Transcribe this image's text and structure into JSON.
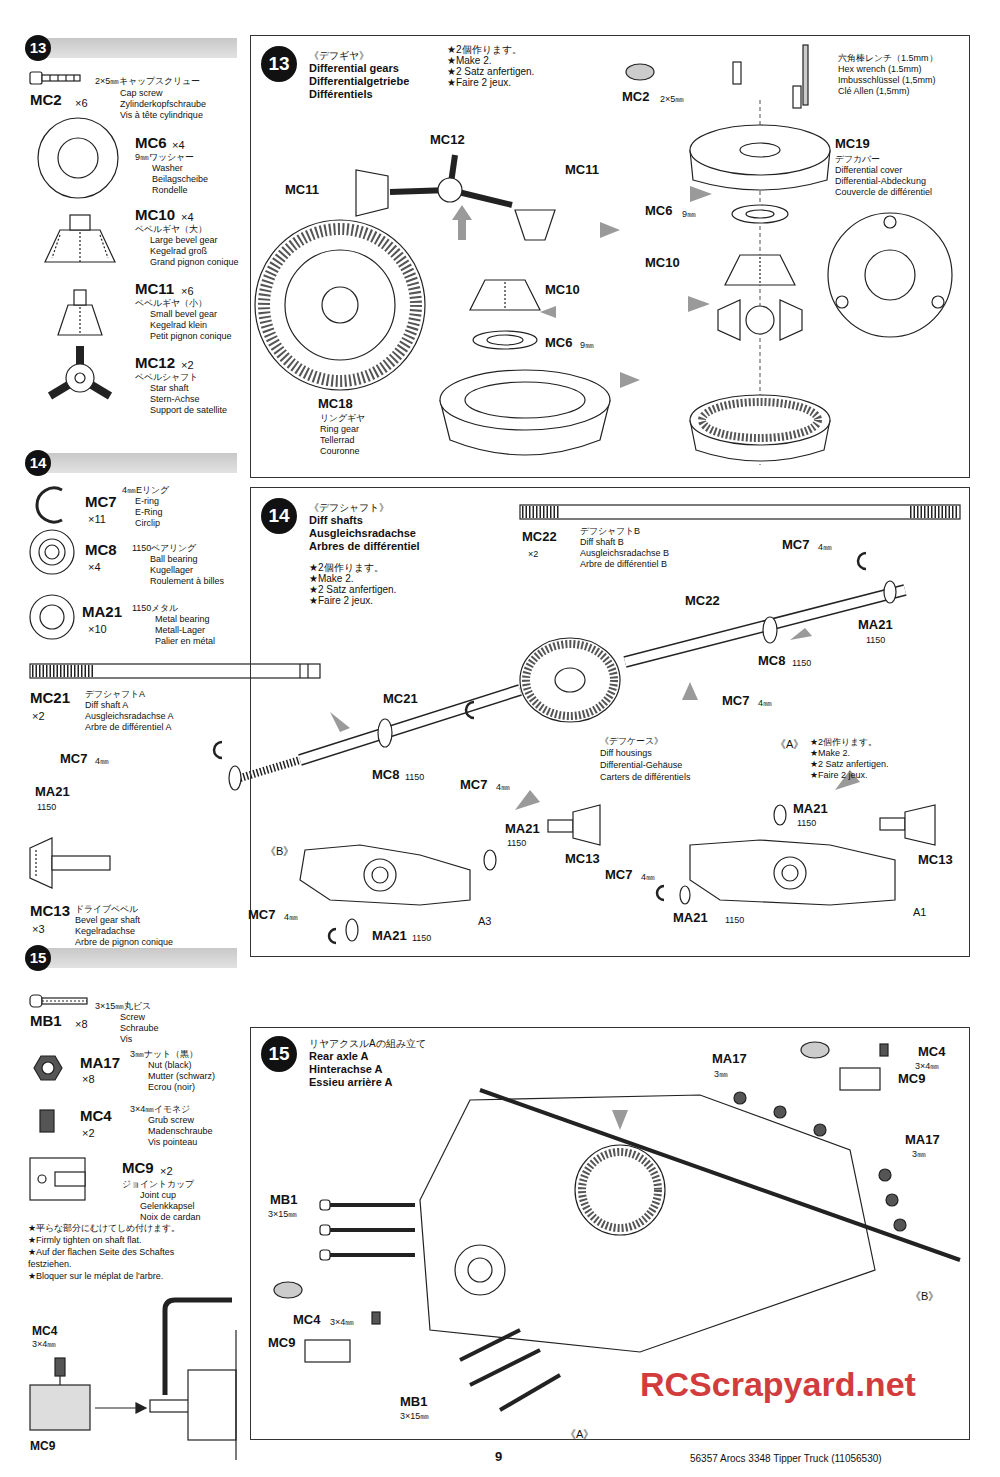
{
  "diagram": {
    "nodes": [
      {
        "text": [
          "13"
        ]
      },
      {
        "text": [
          "14"
        ]
      },
      {
        "text": [
          "15"
        ]
      },
      {
        "text": [
          "《デフギヤ》",
          "Differential gears",
          "Differentialgetriebe",
          "Différentiels",
          "★2個作ります。",
          "★Make 2.",
          "★2 Satz anfertigen.",
          "★Faire 2 jeux."
        ]
      },
      {
        "text": [
          "13"
        ],
        "in": 3
      },
      {
        "text": [
          "《デフシャフト》",
          "Diff shafts",
          "Ausgleichsradachse",
          "Arbres de différentiel",
          "★2個作ります。",
          "★Make 2.",
          "★2 Satz anfertigen.",
          "★Faire 2 jeux."
        ]
      },
      {
        "text": [
          "14"
        ],
        "in": 5
      },
      {
        "text": [
          "リヤアクスルAの組み立て",
          "Rear axle A",
          "Hinterachse A",
          "Essieu arrière A"
        ]
      },
      {
        "text": [
          "15"
        ],
        "in": 7
      }
    ],
    "labels": [
      "MC2",
      "×6",
      "2×5㎜キャップスクリュー",
      "Cap screw",
      "Zylinderkopfschraube",
      "Vis à tête cylindrique",
      "MC6",
      "×4",
      "9㎜ワッシャー",
      "Washer",
      "Beilagscheibe",
      "Rondelle",
      "MC10",
      "×4",
      "ベベルギヤ（大）",
      "Large bevel gear",
      "Kegelrad groß",
      "Grand pignon conique",
      "MC11",
      "×6",
      "ベベルギヤ（小）",
      "Small bevel gear",
      "Kegelrad klein",
      "Petit pignon conique",
      "MC12",
      "×2",
      "ベベルシャフト",
      "Star shaft",
      "Stern-Achse",
      "Support de satellite",
      "MC7",
      "×11",
      "4㎜Eリング",
      "E-ring",
      "E-Ring",
      "Circlip",
      "MC8",
      "×4",
      "1150ベアリング",
      "Ball bearing",
      "Kugellager",
      "Roulement à billes",
      "MA21",
      "×10",
      "1150メタル",
      "Metal bearing",
      "Metall-Lager",
      "Palier en métal",
      "MC21",
      "×2",
      "デフシャフトA",
      "Diff shaft A",
      "Ausgleichsradachse A",
      "Arbre de différentiel A",
      "MC7",
      "4㎜",
      "MA21",
      "1150",
      "MC13",
      "×3",
      "ドライブベベル",
      "Bevel gear shaft",
      "Kegelradachse",
      "Arbre de pignon conique",
      "MB1",
      "×8",
      "3×15㎜丸ビス",
      "Screw",
      "Schraube",
      "Vis",
      "MA17",
      "×8",
      "3㎜ナット（黒）",
      "Nut (black)",
      "Mutter (schwarz)",
      "Ecrou (noir)",
      "MC4",
      "×2",
      "3×4㎜イモネジ",
      "Grub screw",
      "Madenschraube",
      "Vis pointeau",
      "MC9",
      "×2",
      "ジョイントカップ",
      "Joint cup",
      "Gelenkkapsel",
      "Noix de cardan",
      "★平らな部分にむけてしめ付けます。",
      "★Firmly tighten on shaft flat.",
      "★Auf der flachen Seite des Schaftes",
      "festziehen.",
      "★Bloquer sur le méplat de l'arbre.",
      "MC4",
      "3×4㎜",
      "MC9",
      "MC12",
      "MC11",
      "MC11",
      "MC10",
      "MC6",
      "9㎜",
      "MC18",
      "リングギヤ",
      "Ring gear",
      "Tellerrad",
      "Couronne",
      "MC2",
      "2×5㎜",
      "六角棒レンチ（1.5mm）",
      "Hex wrench (1.5mm)",
      "Imbusschlüssel (1,5mm)",
      "Clé Allen (1,5mm)",
      "MC19",
      "デフカバー",
      "Differential cover",
      "Differential-Abdeckung",
      "Couvercle de différentiel",
      "MC6",
      "9㎜",
      "MC10",
      "MC22",
      "×2",
      "デフシャフトB",
      "Diff shaft B",
      "Ausgleichsradachse B",
      "Arbre de différentiel B",
      "MC7",
      "4㎜",
      "MC22",
      "MA21",
      "1150",
      "MC8",
      "1150",
      "MC7",
      "4㎜",
      "MC21",
      "MC8",
      "1150",
      "MC7",
      "4㎜",
      "《デフケース》",
      "Diff housings",
      "Differential-Gehäuse",
      "Carters de différentiels",
      "《A》",
      "★2個作ります。",
      "★Make 2.",
      "★2 Satz anfertigen.",
      "★Faire 2 jeux.",
      "MA21",
      "1150",
      "MC13",
      "MA21",
      "1150",
      "MC13",
      "《B》",
      "MC7",
      "4㎜",
      "MA21",
      "1150",
      "A3",
      "MC7",
      "4㎜",
      "MA21",
      "1150",
      "A1",
      "MA17",
      "3㎜",
      "MC4",
      "3×4㎜",
      "MC9",
      "MA17",
      "3㎜",
      "《B》",
      "MB1",
      "3×15㎜",
      "MC4",
      "3×4㎜",
      "MC9",
      "MB1",
      "3×15㎜",
      "《A》",
      "9",
      "56357 Arocs 3348 Tipper Truck (11056530)",
      "RCScrapyard.net"
    ]
  }
}
